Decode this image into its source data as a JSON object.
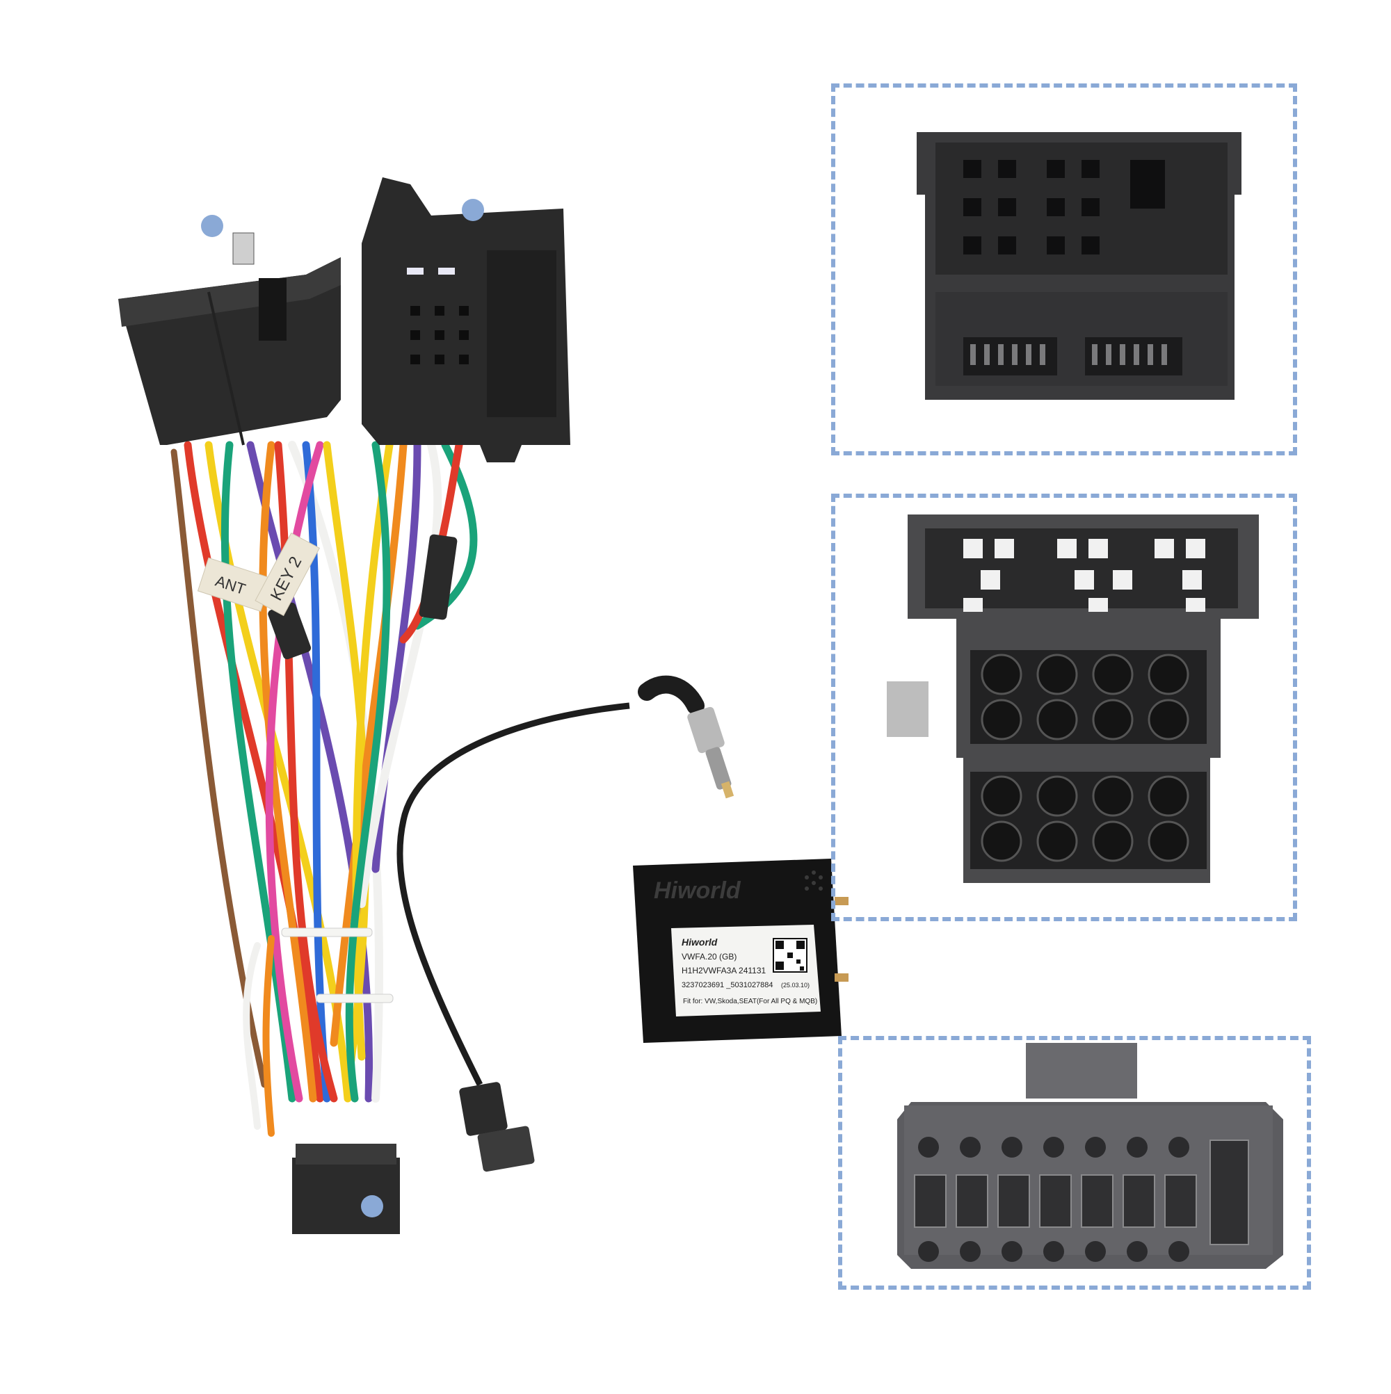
{
  "colors": {
    "frame_dash": "#8aa9d6",
    "marker_dot": "#8aa9d6",
    "connector_body": "#2a2a2a",
    "connector_gray": "#5c5c60",
    "wire_red": "#e03a2a",
    "wire_yellow": "#f3cf1b",
    "wire_green": "#1aa37a",
    "wire_purple": "#6a4bb0",
    "wire_orange": "#f08a1e",
    "wire_white": "#f1f1ef",
    "wire_blue": "#2f6bd8",
    "wire_pink": "#e24aa0",
    "wire_gray": "#8a8a8a",
    "wire_brown": "#8a5a36",
    "wire_black": "#1b1b1b"
  },
  "tags": {
    "ant": "ANT",
    "key": "KEY 2"
  },
  "canbox": {
    "brand": "Hiworld",
    "label_brand": "Hiworld",
    "line1": "VWFA.20   (GB)",
    "line2": "H1H2VWFA3A  241131",
    "line3": "3237023691  _5031027884",
    "date": "(25.03.10)",
    "fit": "Fit for:  VW,Skoda,SEAT(For All PQ & MQB)"
  }
}
